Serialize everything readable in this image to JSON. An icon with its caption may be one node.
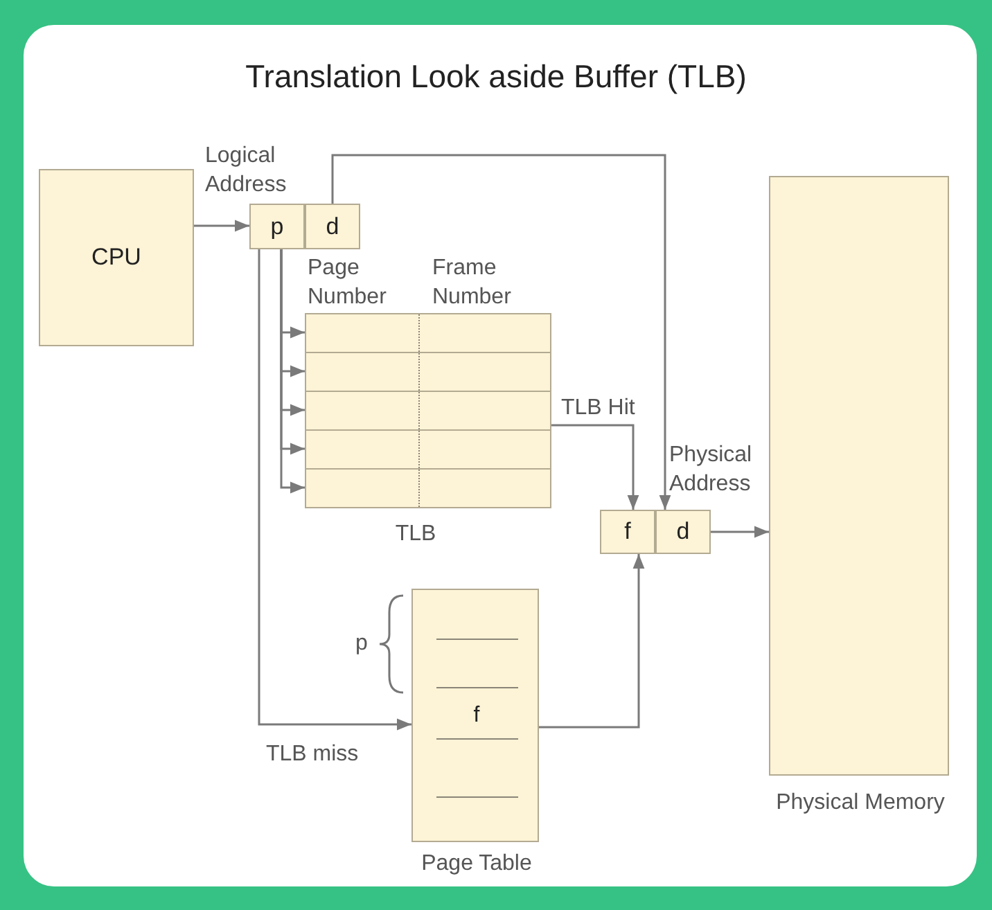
{
  "diagram": {
    "title": "Translation Look aside Buffer (TLB)",
    "nodes": [
      {
        "text": [
          "CPU"
        ]
      },
      {
        "text": [
          "p"
        ]
      },
      {
        "text": [
          "d"
        ]
      },
      {
        "text": [
          "Page Number",
          "Frame Number",
          "TLB"
        ]
      },
      {
        "text": [],
        "shape": "box",
        "in": 3
      },
      {
        "text": [],
        "shape": "box",
        "in": 3
      },
      {
        "text": [],
        "shape": "box",
        "in": 3
      },
      {
        "text": [],
        "shape": "box",
        "in": 3
      },
      {
        "text": [],
        "shape": "box",
        "in": 3
      },
      {
        "text": [
          "f"
        ]
      },
      {
        "text": [
          "d"
        ]
      },
      {
        "text": [
          "f",
          "Page Table"
        ],
        "beside": [
          "p"
        ]
      },
      {
        "text": [
          "Physical Memory"
        ]
      }
    ],
    "edges": [
      {
        "from": 0,
        "to": 1,
        "arrow": "to"
      },
      {
        "from": 1,
        "to": 4,
        "arrow": "to"
      },
      {
        "from": 1,
        "to": 5,
        "arrow": "to"
      },
      {
        "from": 1,
        "to": 6,
        "arrow": "to"
      },
      {
        "from": 1,
        "to": 7,
        "arrow": "to"
      },
      {
        "from": 1,
        "to": 8,
        "arrow": "to"
      },
      {
        "from": 1,
        "to": 11,
        "arrow": "to",
        "label": "TLB miss"
      },
      {
        "from": 2,
        "to": 10,
        "arrow": "to"
      },
      {
        "from": 3,
        "to": 9,
        "arrow": "to",
        "label": "TLB Hit"
      },
      {
        "from": 11,
        "to": 9,
        "arrow": "to"
      },
      {
        "from": 10,
        "to": 12,
        "arrow": "to"
      }
    ],
    "labels": [
      "Logical Address",
      "Physical Address"
    ]
  }
}
